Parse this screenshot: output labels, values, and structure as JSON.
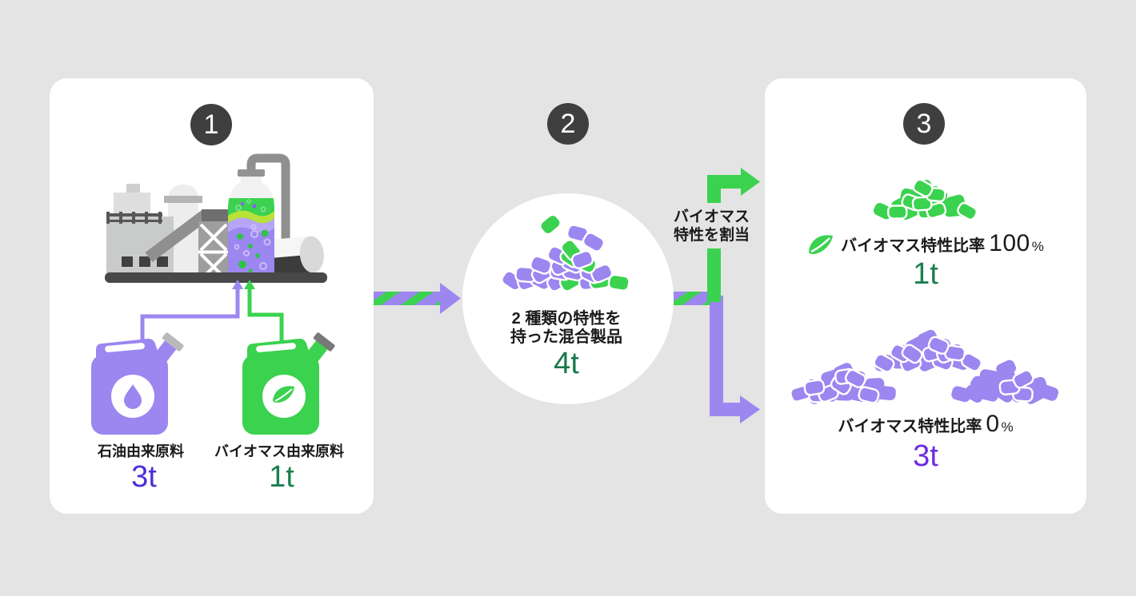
{
  "colors": {
    "bg": "#e4e4e4",
    "panel": "#ffffff",
    "badge-bg": "#3f3f3f",
    "text": "#1a1a1a",
    "purple": "#9c86f0",
    "green": "#3bd24f",
    "green-dark": "#1b7f4e",
    "indigo": "#4a31d9",
    "violet": "#6b2de4"
  },
  "step1": {
    "badge": "1",
    "petroleum_label": "石油由来原料",
    "petroleum_amount": "3t",
    "biomass_label": "バイオマス由来原料",
    "biomass_amount": "1t"
  },
  "step2": {
    "badge": "2",
    "caption_line1": "2 種類の特性を",
    "caption_line2": "持った混合製品",
    "amount": "4t"
  },
  "allocation": {
    "line1": "バイオマス",
    "line2": "特性を割当"
  },
  "step3": {
    "badge": "3",
    "biomass_label": "バイオマス特性比率",
    "biomass_ratio": "100",
    "biomass_percent": "%",
    "biomass_amount": "1t",
    "petroleum_label": "バイオマス特性比率",
    "petroleum_ratio": "0",
    "petroleum_percent": "%",
    "petroleum_amount": "3t"
  }
}
